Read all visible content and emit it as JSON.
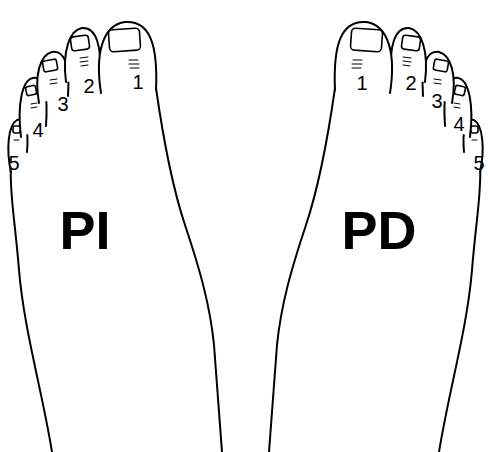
{
  "diagram": {
    "labels": [
      "1",
      "2",
      "3",
      "4",
      "5",
      "PI",
      "1",
      "2",
      "3",
      "4",
      "5",
      "PD"
    ]
  }
}
